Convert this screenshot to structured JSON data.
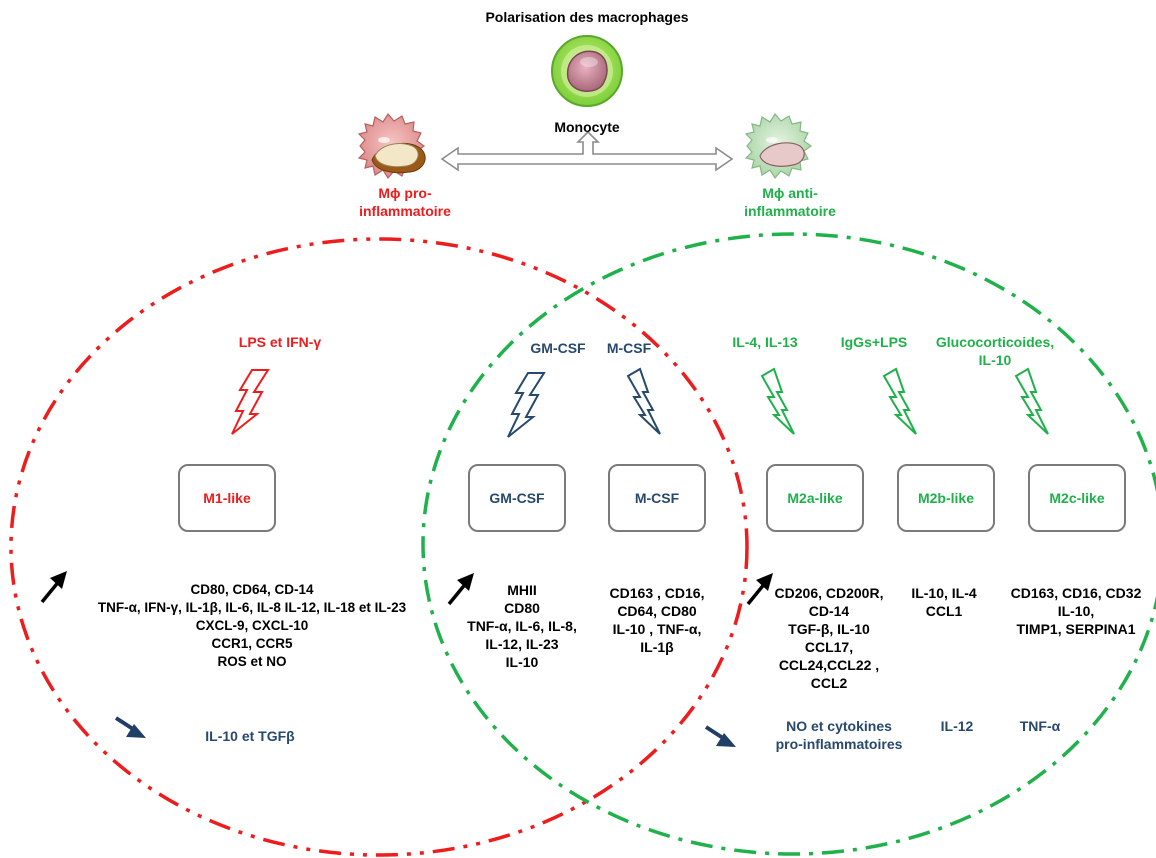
{
  "title": "Polarisation des macrophages",
  "monocyte": "Monocyte",
  "pro_label": "Mϕ pro-\ninflammatoire",
  "anti_label": "Mϕ anti-\ninflammatoire",
  "colors": {
    "pro": "#ee1c1c",
    "anti": "#1fb14a",
    "neutral": "#27496d",
    "up_arrow": "#000000",
    "down_arrow": "#1f3f66"
  },
  "stimuli": {
    "m1": "LPS et IFN-γ",
    "gmcsf": "GM-CSF",
    "mcsf": "M-CSF",
    "m2a": "IL-4, IL-13",
    "m2b": "IgGs+LPS",
    "m2c": "Glucocorticoides,\nIL-10"
  },
  "boxes": {
    "m1": "M1-like",
    "gmcsf": "GM-CSF",
    "mcsf": "M-CSF",
    "m2a": "M2a-like",
    "m2b": "M2b-like",
    "m2c": "M2c-like"
  },
  "markers": {
    "m1": "CD80, CD64, CD-14\nTNF-α, IFN-γ, IL-1β, IL-6, IL-8 IL-12, IL-18 et IL-23\nCXCL-9, CXCL-10\nCCR1, CCR5\nROS et NO",
    "gmcsf": "MHII\nCD80\nTNF-α, IL-6, IL-8,\nIL-12, IL-23\nIL-10",
    "mcsf": "CD163 , CD16,\nCD64, CD80\nIL-10 , TNF-α,\nIL-1β",
    "m2a": "CD206, CD200R,\nCD-14\nTGF-β, IL-10\nCCL17,\nCCL24,CCL22 ,\nCCL2",
    "m2b": "IL-10, IL-4\nCCL1",
    "m2c": "CD163, CD16, CD32\nIL-10,\nTIMP1, SERPINA1"
  },
  "decreased": {
    "m1": "IL-10 et TGFβ",
    "m2a": "NO et cytokines\npro-inflammatoires",
    "m2b": "IL-12",
    "m2c": "TNF-α"
  }
}
